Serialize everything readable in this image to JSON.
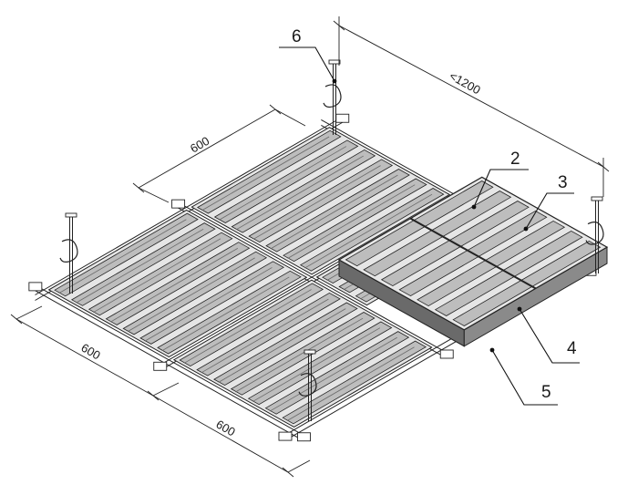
{
  "dimensions": {
    "top_width": "600",
    "diagonal": "<1200",
    "bottom_left": "600",
    "bottom_right": "600"
  },
  "callouts": {
    "c2": "2",
    "c3": "3",
    "c4": "4",
    "c5": "5",
    "c6": "6"
  },
  "colors": {
    "line": "#222222",
    "panel_face": "#bdbdbd",
    "panel_top": "#e6e6e6",
    "panel_dark": "#6a6a6a",
    "background": "#ffffff"
  },
  "icons": {
    "hanger": "hanger-icon"
  }
}
